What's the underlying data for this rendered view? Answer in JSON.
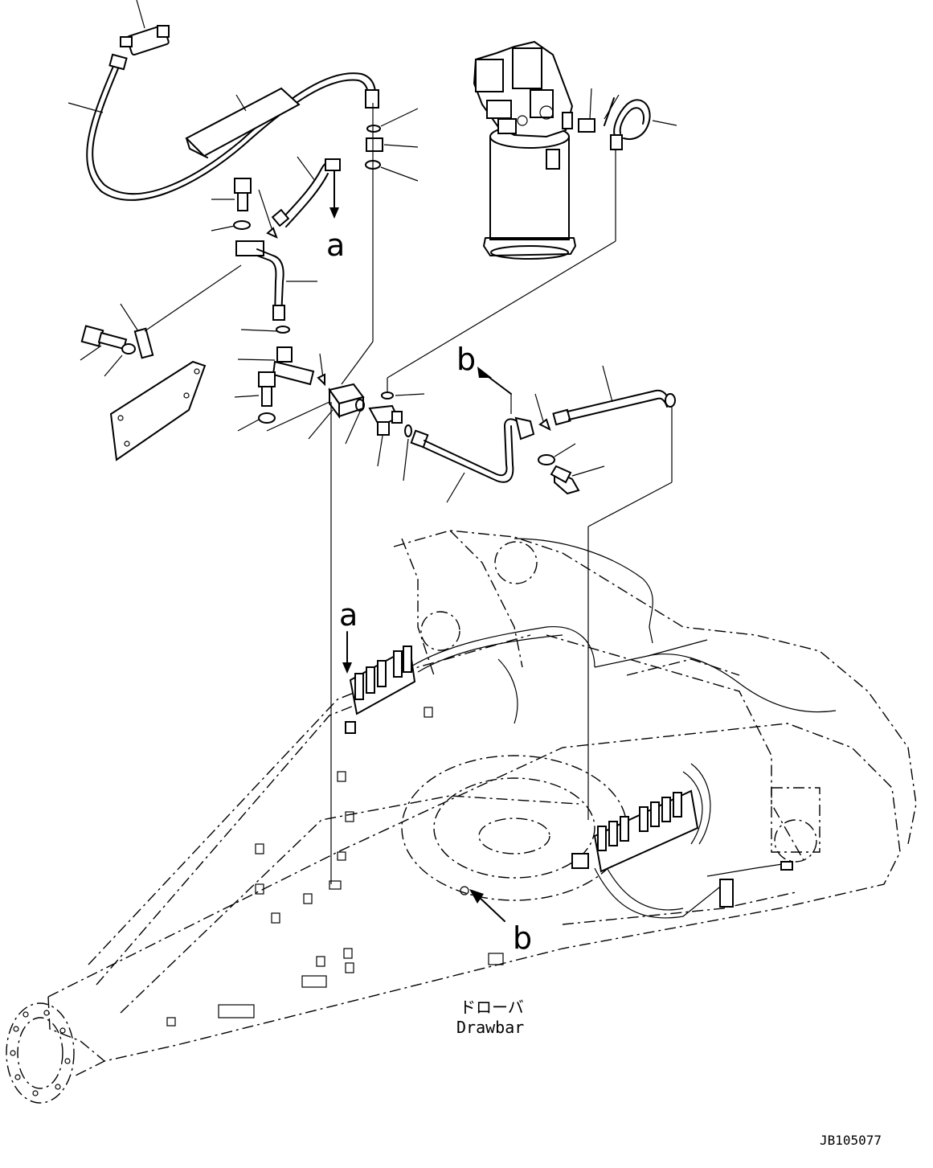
{
  "callouts": {
    "a_top": "a",
    "b_top": "b",
    "a_bottom": "a",
    "b_bottom": "b"
  },
  "labels": {
    "drawbar_jp": "ドローバ",
    "drawbar_en": "Drawbar"
  },
  "drawing_id": "JB105077"
}
